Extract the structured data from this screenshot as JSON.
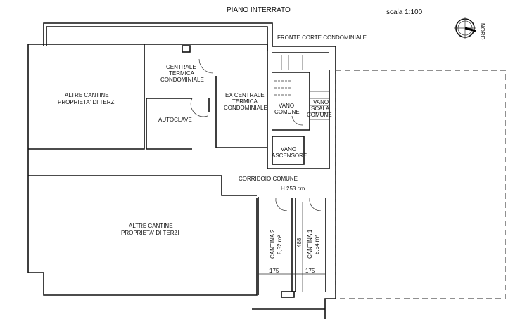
{
  "title": "PIANO  INTERRATO",
  "scale": "scala  1:100",
  "north": "NORD",
  "courtyard": "FRONTE  CORTE  CONDOMINIALE",
  "rooms": {
    "altre_cantine_1": [
      "ALTRE  CANTINE",
      "PROPRIETA'  DI  TERZI"
    ],
    "centrale_termica": [
      "CENTRALE",
      "TERMICA",
      "CONDOMINIALE"
    ],
    "ex_centrale": [
      "EX  CENTRALE",
      "TERMICA",
      "CONDOMINIALE"
    ],
    "autoclave": "AUTOCLAVE",
    "vano_comune": [
      "VANO",
      "COMUNE"
    ],
    "vano_scala": [
      "VANO",
      "SCALA",
      "COMUNE"
    ],
    "vano_ascensore": [
      "VANO",
      "ASCENSORE"
    ],
    "corridoio": "CORRIDOIO  COMUNE",
    "height": "H  253  cm",
    "altre_cantine_2": [
      "ALTRE  CANTINE",
      "PROPRIETA'  DI  TERZI"
    ],
    "cantina_2": [
      "CANTINA  2",
      "8,52  m²"
    ],
    "cantina_1": [
      "CANTINA  1",
      "8,54  m²"
    ]
  },
  "dimensions": {
    "width_2": "175",
    "width_1": "175",
    "length": "488"
  }
}
